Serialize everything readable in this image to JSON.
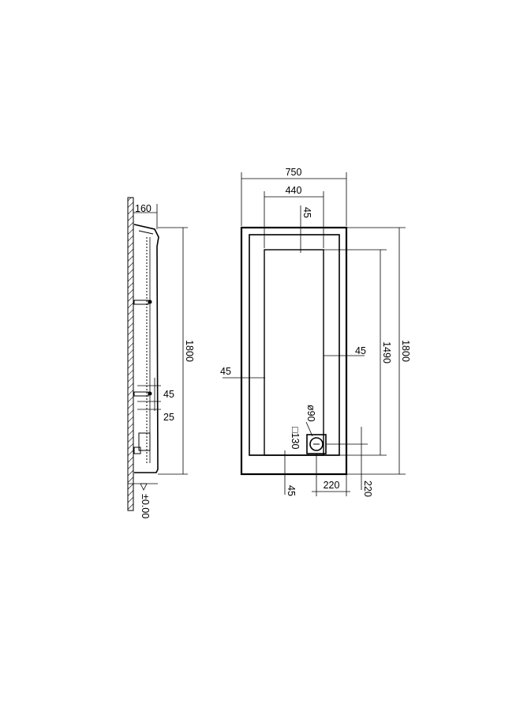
{
  "side_view": {
    "depth_label": "160",
    "height_label": "1800",
    "lower_gap_label": "45",
    "fixing_label": "25",
    "floor_label": "±0.00"
  },
  "plan_view": {
    "overall_width_label": "750",
    "inner_width_label": "440",
    "top_rim_label": "45",
    "right_rim_label": "45",
    "left_rim_label": "45",
    "bottom_rim_label": "45",
    "inner_length_label": "1490",
    "overall_length_label": "1800",
    "waste_diameter_label": "ø90",
    "waste_box_label": "□130",
    "waste_x_offset_label": "220",
    "waste_y_offset_label": "220"
  }
}
